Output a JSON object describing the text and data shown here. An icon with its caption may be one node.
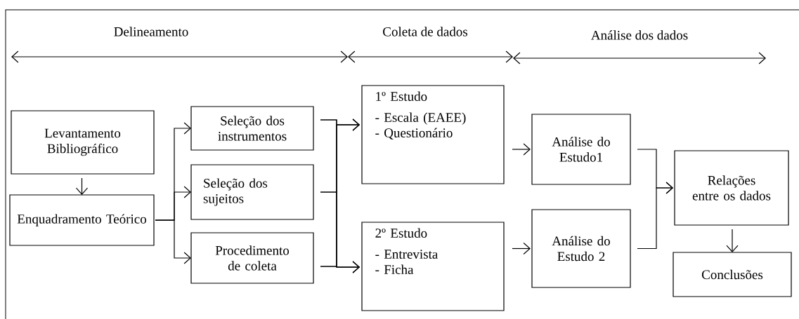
{
  "diagram": {
    "nodes": [
      {
        "text": [
          "Levantamento Bibliográfico"
        ]
      },
      {
        "text": [
          "Enquadramento Teórico"
        ]
      },
      {
        "text": [
          "Seleção dos instrumentos"
        ]
      },
      {
        "text": [
          "Seleção dos sujeitos"
        ]
      },
      {
        "text": [
          "Procedimento de coleta"
        ]
      },
      {
        "text": [
          "1º Estudo",
          "- Escala (EAEE)",
          "- Questionário"
        ]
      },
      {
        "text": [
          "2º Estudo",
          "- Entrevista",
          "- Ficha"
        ]
      },
      {
        "text": [
          "Análise do Estudo1"
        ]
      },
      {
        "text": [
          "Análise do Estudo 2"
        ]
      },
      {
        "text": [
          "Relações entre os dados"
        ]
      },
      {
        "text": [
          "Conclusões"
        ]
      }
    ],
    "edges": [
      {
        "from": 0,
        "to": 1,
        "arrow": "to"
      },
      {
        "from": 1,
        "to": 2,
        "arrow": "to"
      },
      {
        "from": 1,
        "to": 3,
        "arrow": "to"
      },
      {
        "from": 1,
        "to": 4,
        "arrow": "to"
      },
      {
        "from": 2,
        "to": 5,
        "arrow": "to"
      },
      {
        "from": 3,
        "to": 5,
        "arrow": "to"
      },
      {
        "from": 4,
        "to": 5,
        "arrow": "to"
      },
      {
        "from": 2,
        "to": 6,
        "arrow": "to"
      },
      {
        "from": 3,
        "to": 6,
        "arrow": "to"
      },
      {
        "from": 4,
        "to": 6,
        "arrow": "to"
      },
      {
        "from": 5,
        "to": 7,
        "arrow": "to"
      },
      {
        "from": 6,
        "to": 8,
        "arrow": "to"
      },
      {
        "from": 7,
        "to": 9,
        "arrow": "to"
      },
      {
        "from": 8,
        "to": 9,
        "arrow": "to"
      },
      {
        "from": 9,
        "to": 10,
        "arrow": "to"
      }
    ],
    "labels": [
      "Delineamento",
      "Coleta de dados",
      "Análise dos dados"
    ]
  }
}
